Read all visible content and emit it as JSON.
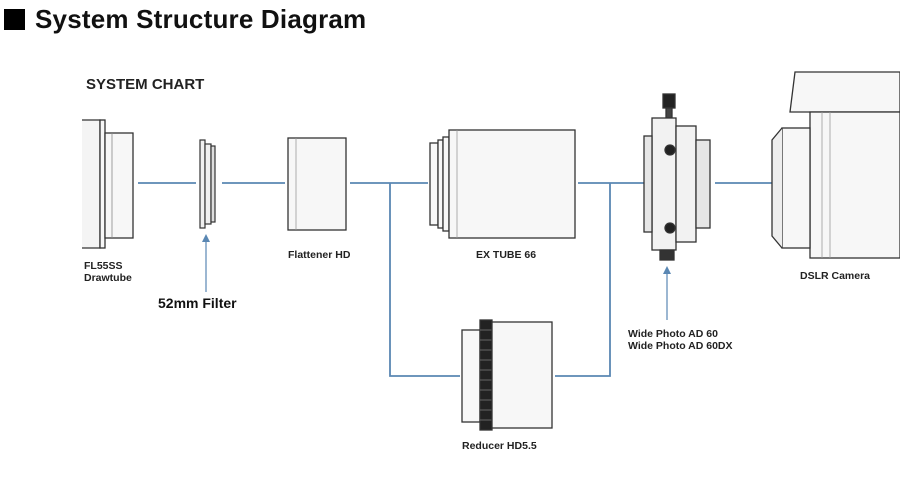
{
  "header": {
    "title": "System Structure Diagram"
  },
  "chart": {
    "title": "SYSTEM CHART",
    "components": {
      "drawtube_line1": "FL55SS",
      "drawtube_line2": "Drawtube",
      "filter": "52mm Filter",
      "flattener": "Flattener HD",
      "ex_tube": "EX TUBE 66",
      "reducer": "Reducer HD5.5",
      "wide_photo_line1": "Wide Photo AD 60",
      "wide_photo_line2": "Wide Photo AD 60DX",
      "camera": "DSLR Camera"
    },
    "colors": {
      "connector": "#5a87b3",
      "outline": "#333333",
      "body": "#f7f7f7"
    }
  }
}
